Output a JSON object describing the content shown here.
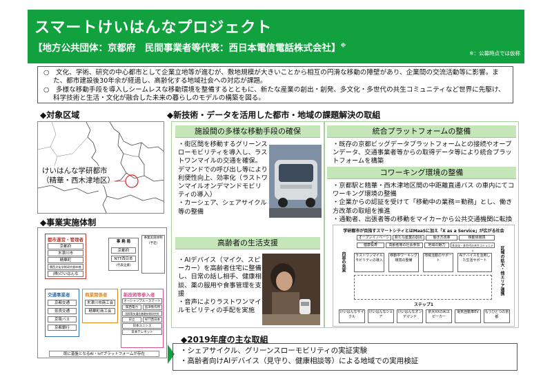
{
  "header": {
    "title": "スマートけいはんなプロジェクト",
    "subtitle": "【地方公共団体：京都府　民間事業者等代表：西日本電信電話株式会社】",
    "subtitle_mark": "※",
    "note": "※：公募時点では仮称"
  },
  "intro": {
    "line1": "○　文化、学術、研究の中心都市として企業立地等が進むが、敷地規模が大きいことから相互の円滑な移動の障壁があり、企業間の交流活動等に影響。また、都市建設後30年余が経過し、高齢化する地域社会への対応が課題。",
    "line2": "○　多様な移動手段を導入しシームレスな移動環境を整備するとともに、新たな産業の創出・創発、多文化・多世代の共生コミュニティなど世界に先駆け、科学技術と生活・文化が融合した未来の暮らしのモデルの構築を図る。"
  },
  "sections": {
    "target_area": "◆対象区域",
    "implementation": "◆事業実施体制",
    "tech": "◆新技術・データを活用した都市・地域の課題解決の取組",
    "fy2019": "◆2019年度の主な取組"
  },
  "map": {
    "label_line1": "けいはんな学研都市",
    "label_line2": "（精華・西木津地区）"
  },
  "implementation_diagram": {
    "council_title": "都市運営・管理者",
    "council_items": [
      "京都府",
      "木津川市",
      "精華町",
      "関西文化学術研究都市推進機構(予定)",
      "(株)けいはんな"
    ],
    "office_title": "事 務 局",
    "office_items": [
      "京都府",
      "NTT西日本"
    ],
    "office_note": "(代表企業)",
    "committee_title": "事業実施体制(予定)",
    "transport_title": "交通事業者",
    "transport_items": [
      "京都交通",
      "奈良交通",
      "京阪バス",
      "京都銀行"
    ],
    "commerce_title": "商業関係者",
    "commerce_items": [
      "木津川市商工会",
      "精華町商工会"
    ],
    "new_tech_title": "新技術等参入者",
    "new_tech_items": [
      "オーシャンブルースマート",
      "関西電力",
      "島津製作所",
      "国際電気通信基礎技術研究所",
      "日立",
      "NTT西日本",
      "日本ユニシス",
      "日本テレネット"
    ],
    "platform": "既に基盤となるAI・IoTプラットフォームが存在"
  },
  "panels": {
    "mobility_header": "施設間の多様な移動手段の確保",
    "mobility_text": "・街区間を移動するグリーンスローモビリティを導入し、ラストワンマイルの交通を確保。デマンドでの呼び出し等により利便性向上、効率化（ラストワンマイルオンデマンドモビリティの導入）\n・カーシェア、シェアサイクル等の整備",
    "platform_header": "統合プラットフォームの整備",
    "platform_text": "・既存の京都ビッグデータプラットフォームとの接続やオープンデータ、交通事業者等からの取得データ等により統合プラットフォームを構築",
    "coworking_header": "コワーキング環境の整備",
    "coworking_text": "・京都駅と精華・西木津地区間の中距離直通バス の車内にてコワーキング環境の整備\n・企業からの認証を受けて「移動中の業務＝勤務」とし、働き方改革の取組を推進\n・通勤者、出張者等の移動をマイカーから公共交通機関に転換",
    "elderly_header": "高齢者の生活支援",
    "elderly_text": "・AIデバイス（マイク、スピーカー）を高齢者住宅に整備し、日常の話し相手、健康相談、薬の服用や食事管理を支援\n・音声によりラストワンマイルモビリティの手配を実施"
  },
  "maas_diagram": {
    "title": "学研都市が目指すスマートシティとはMaaSに加え「X as a Service」が広がる社会",
    "row_items": [
      "オープンイノベーション",
      "新たな産業の創出",
      "働き方改革",
      "移動体環境"
    ],
    "sub_items": [
      "健康長寿",
      "高齢者等の社会参加",
      "地域の魅力",
      "多文化・多世代の共生コミュニティ"
    ],
    "left_label": "内容の充実",
    "right_label": "区域の拡大・他エリア連携",
    "mid_items": [
      "ラストワンマイルモビリティの導入",
      "移動中ワーキング環境の整備",
      "地域活動のサポート",
      "AIデバイスを活用した生活サポート"
    ],
    "step_label": "ステップ1",
    "bottom_items": [
      "けいはんなサイクル",
      "けいはんなシェア",
      "けいはんなオンデマンド",
      "京大XXのAIスピーカー",
      "電気自動車EV",
      "もうひとつの京都"
    ]
  },
  "fy2019": {
    "item1": "・シェアサイクル、グリーンスローモビリティの実証実験",
    "item2": "・高齢者向けAIデバイス（見守り、健康相談等）による地域での実用検証"
  },
  "colors": {
    "header_green": "#11a23f",
    "panel_header_green": "#c5e6b9",
    "map_circle_red": "#e02020"
  }
}
